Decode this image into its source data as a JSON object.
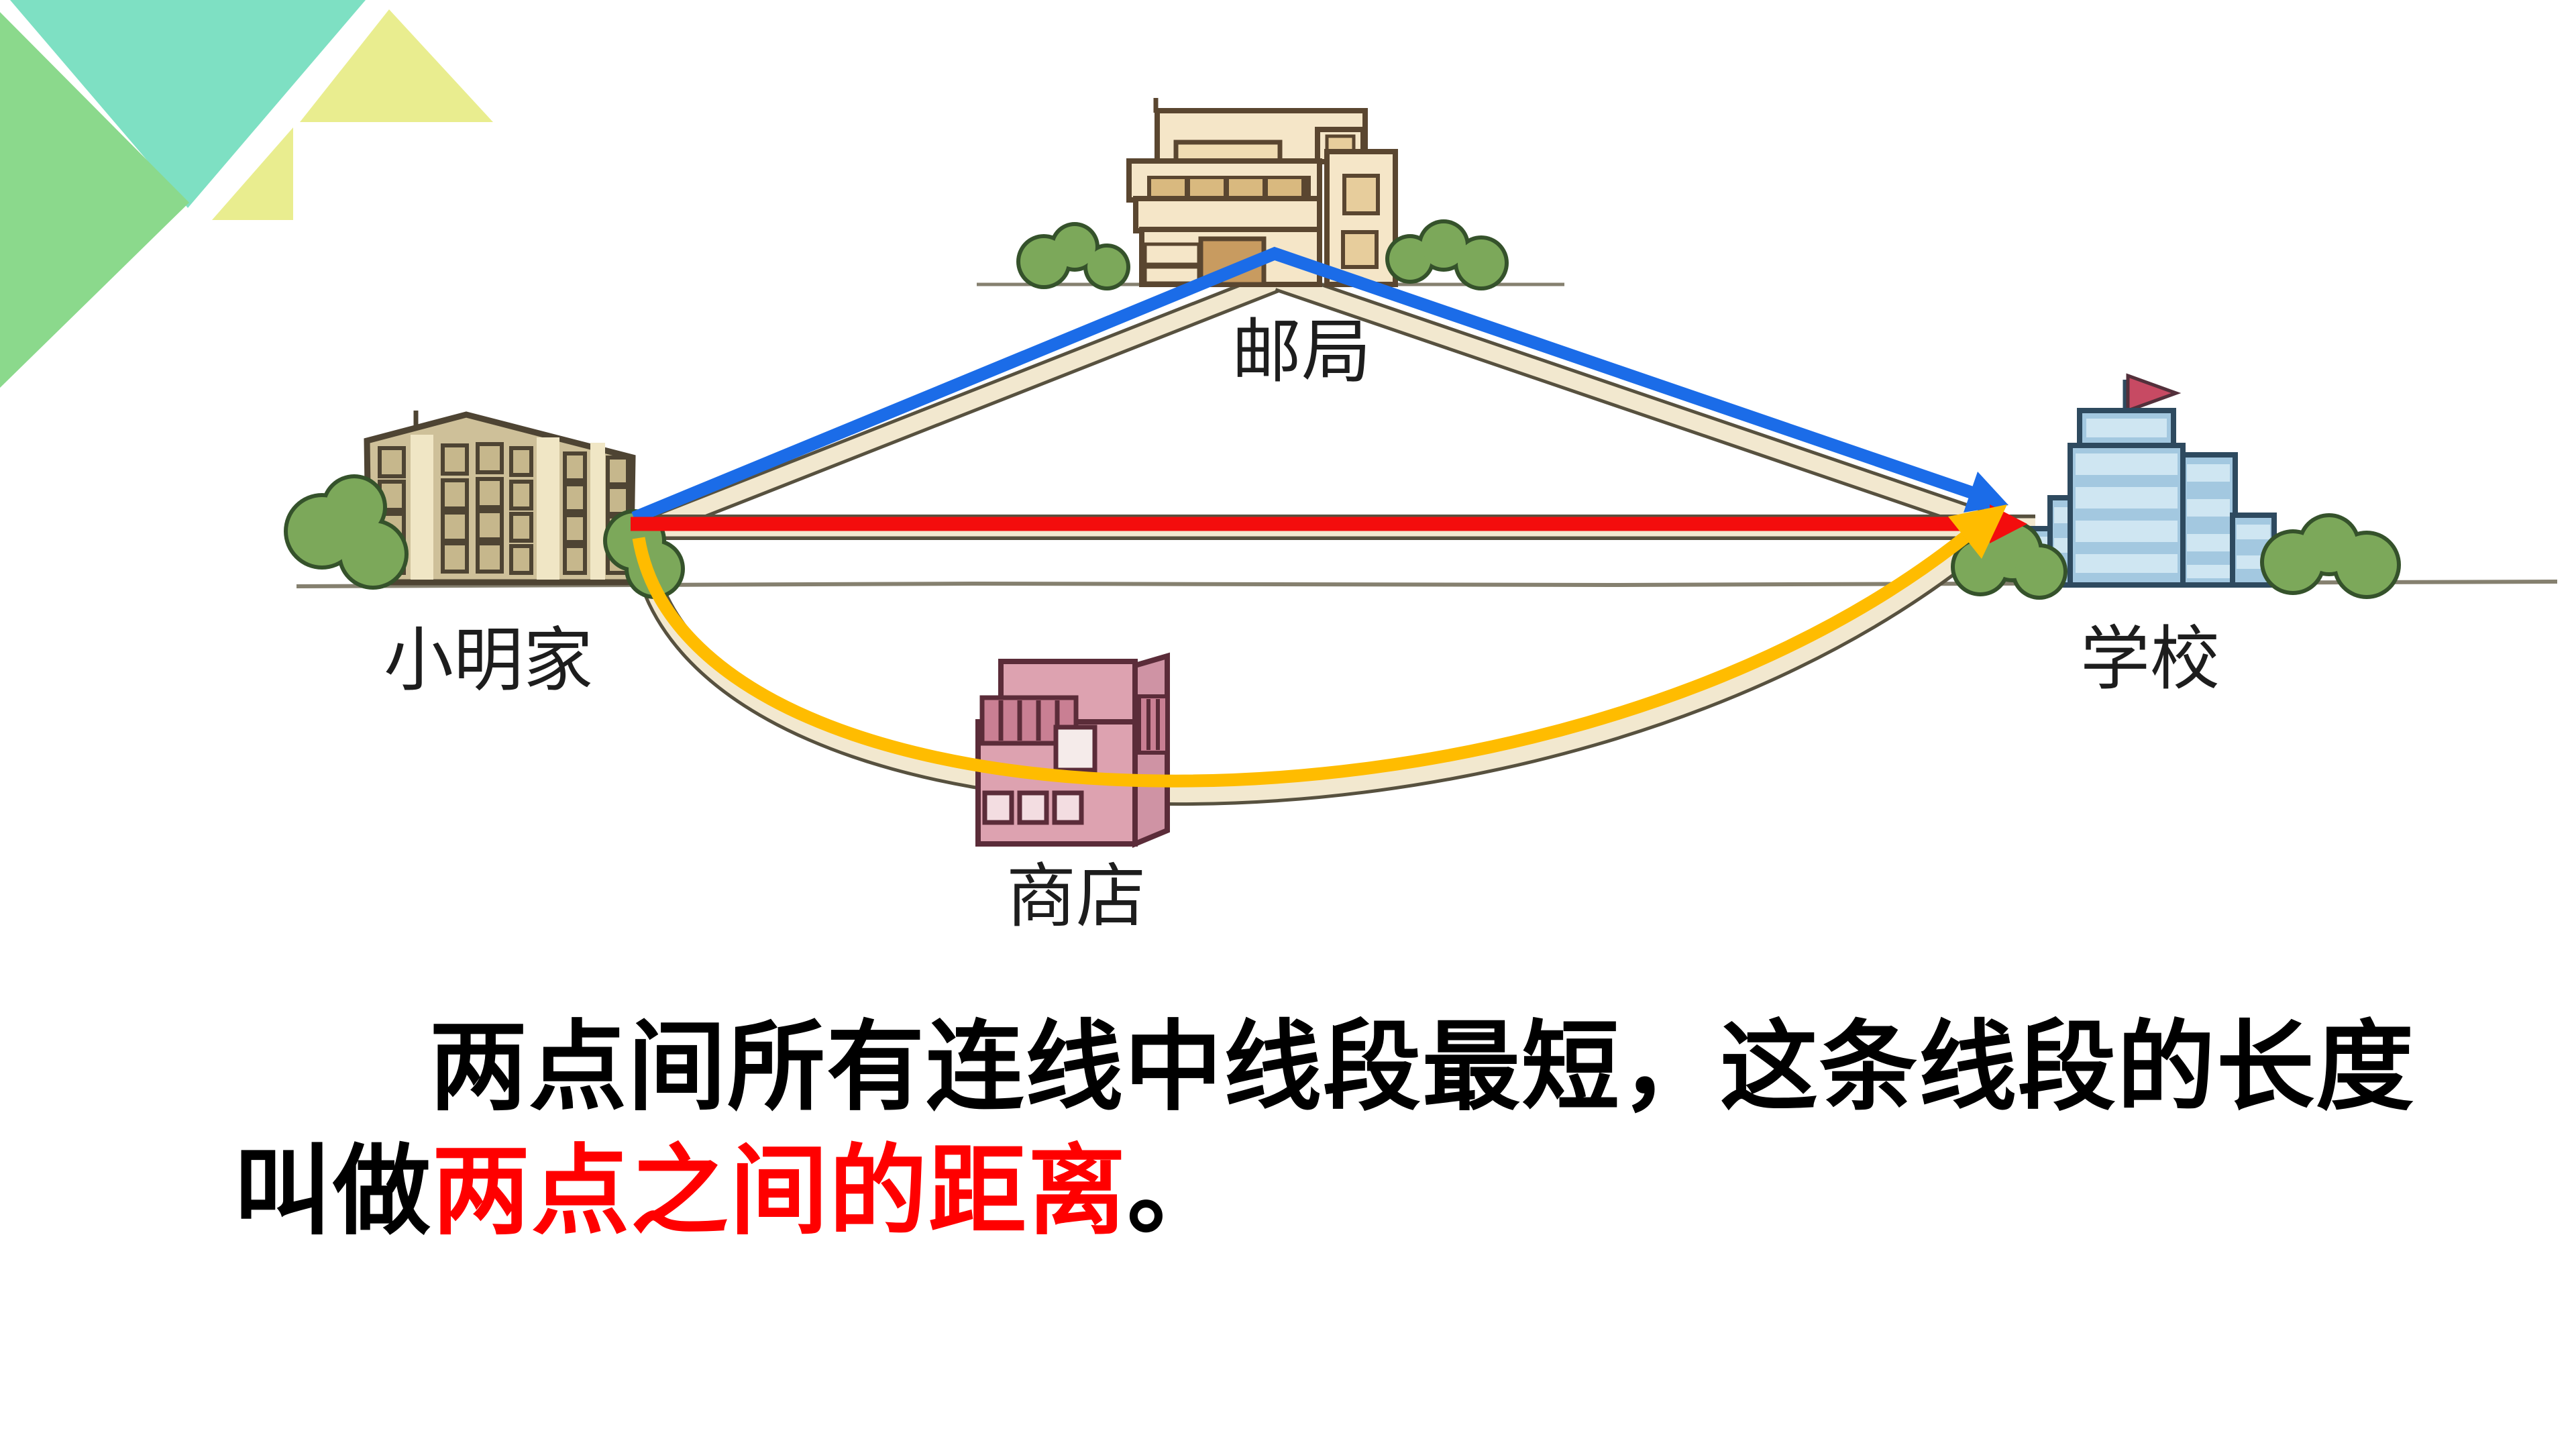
{
  "slide": {
    "background_color": "#ffffff",
    "decoration_colors": {
      "teal": "#7EE0C3",
      "green": "#8BD98C",
      "yellow_green": "#E9ED8F"
    }
  },
  "scene": {
    "buildings": [
      {
        "id": "post-office",
        "label": "邮局"
      },
      {
        "id": "xiaoming-home",
        "label": "小明家"
      },
      {
        "id": "school",
        "label": "学校"
      },
      {
        "id": "shop",
        "label": "商店"
      }
    ],
    "routes": [
      {
        "id": "route-via-post-office",
        "color": "#1B6CE8"
      },
      {
        "id": "route-straight-segment",
        "color": "#F30D0D"
      },
      {
        "id": "route-via-shop",
        "color": "#FFBC00"
      }
    ],
    "flag_color": "#C74A63"
  },
  "caption": {
    "line1": "两点间所有连线中线段最短，这条线段的长度",
    "line2_prefix": "叫做",
    "line2_highlight": "两点之间的距离",
    "line2_suffix": "。",
    "highlight_color": "#FF0000"
  }
}
